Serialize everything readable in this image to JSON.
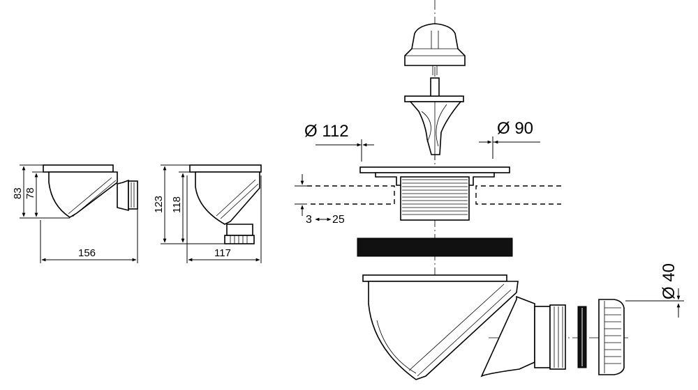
{
  "side_view": {
    "height_outer": "83",
    "height_inner": "78",
    "width": "156"
  },
  "front_view": {
    "height_outer": "123",
    "height_inner": "118",
    "width": "117"
  },
  "exploded_view": {
    "diameter_112": "Ø 112",
    "diameter_90": "Ø 90",
    "thickness_min": "3",
    "thickness_max": "25",
    "diameter_40": "Ø 40"
  },
  "colors": {
    "line": "#000000",
    "background": "#ffffff",
    "seal": "#111111"
  }
}
